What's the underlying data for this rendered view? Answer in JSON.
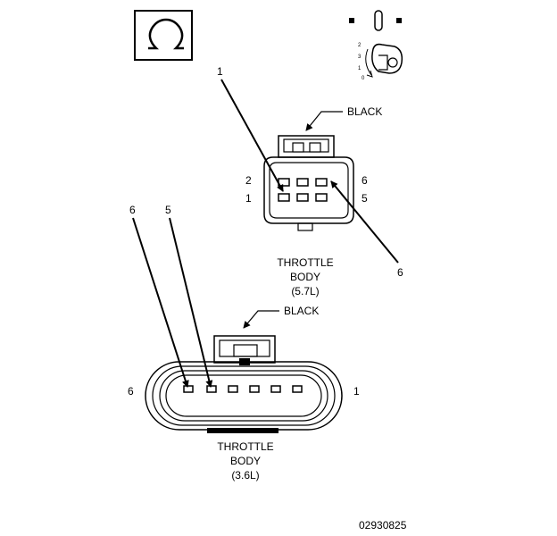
{
  "diagram_id": "02930825",
  "icon_omega": "omega-icon",
  "icon_key": "key-icon",
  "key_positions": [
    "2",
    "3",
    "1",
    "0"
  ],
  "top_connector": {
    "color_label": "BLACK",
    "callout_1": "1",
    "callout_6": "6",
    "pin_2": "2",
    "pin_1": "1",
    "pin_6": "6",
    "pin_5": "5",
    "title_line1": "THROTTLE",
    "title_line2": "BODY",
    "title_line3": "(5.7L)"
  },
  "bottom_connector": {
    "color_label": "BLACK",
    "callout_6": "6",
    "callout_5": "5",
    "pin_6": "6",
    "pin_1": "1",
    "title_line1": "THROTTLE",
    "title_line2": "BODY",
    "title_line3": "(3.6L)"
  }
}
